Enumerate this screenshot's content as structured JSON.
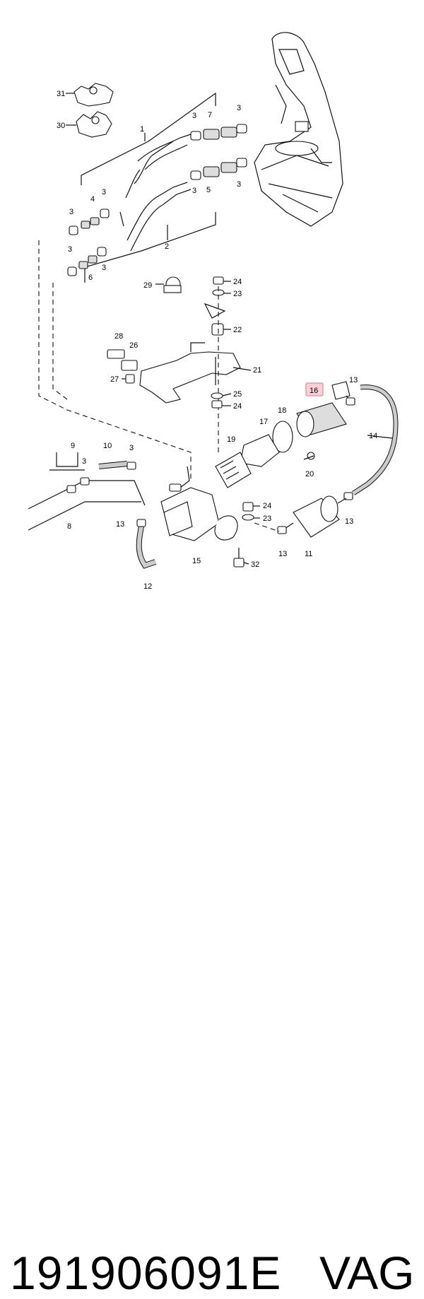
{
  "diagram": {
    "callouts": [
      "1",
      "2",
      "3",
      "4",
      "5",
      "6",
      "7",
      "8",
      "9",
      "10",
      "11",
      "12",
      "13",
      "14",
      "15",
      "16",
      "17",
      "18",
      "19",
      "20",
      "21",
      "22",
      "23",
      "24",
      "25",
      "26",
      "27",
      "28",
      "29",
      "30",
      "31",
      "32"
    ],
    "highlighted_callout": "16"
  },
  "footer": {
    "part_number": "191906091E",
    "brand": "VAG"
  },
  "colors": {
    "highlight_fill": "#f7d0d8",
    "highlight_border": "#e08aa0",
    "line": "#111111"
  }
}
